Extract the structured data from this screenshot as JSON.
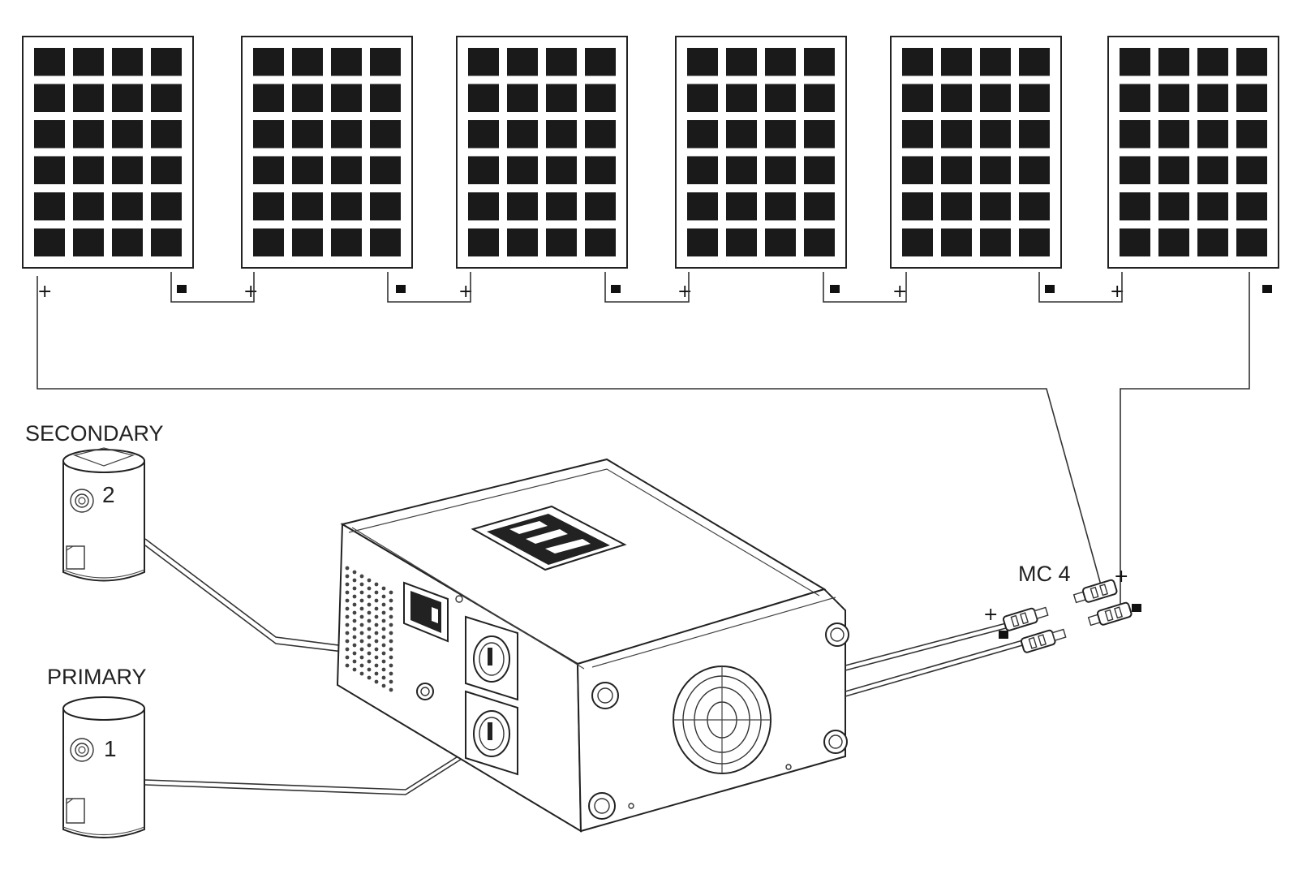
{
  "panels": {
    "count": 6,
    "rows": 6,
    "cols": 4,
    "plus_symbol": "+",
    "minus_symbol": "▪"
  },
  "labels": {
    "secondary": "SECONDARY",
    "primary": "PRIMARY",
    "mc4": "MC 4",
    "tank_secondary_number": "2",
    "tank_primary_number": "1"
  },
  "icons": {
    "solar_panel": "solar-panel-icon",
    "water_heater": "water-heater-tank-icon",
    "controller": "solar-controller-unit-icon",
    "connector": "mc4-connector-icon",
    "fan": "cooling-fan-icon",
    "socket": "power-socket-icon",
    "display": "lcd-display-icon",
    "switch": "rocker-switch-icon"
  },
  "colors": {
    "stroke": "#222222",
    "cell": "#1a1a1a",
    "background": "#ffffff"
  }
}
